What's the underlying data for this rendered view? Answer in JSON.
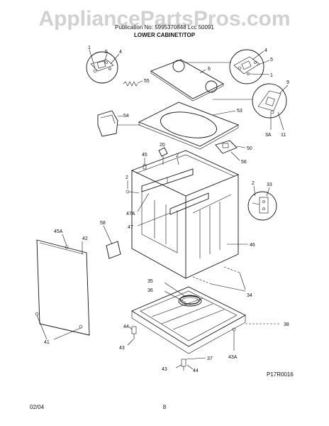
{
  "header": {
    "watermark": "AppliancePartsPros.com",
    "subheader_faint": "Publication No: 5995370848   Lcc 50091",
    "title": "LOWER CABINET/TOP"
  },
  "callouts": {
    "c1_tl": "1",
    "c5_tl": "5",
    "c4_tl": "4",
    "c55": "55",
    "c6": "6",
    "c4_tr": "4",
    "c5_tr": "5",
    "c1_tr": "1",
    "c9": "9",
    "c54": "54",
    "c53": "53",
    "c3a": "3A",
    "c11": "11",
    "c50": "50",
    "c56": "56",
    "c20": "20",
    "c2_top": "2",
    "c45": "45",
    "c2_left": "2",
    "c2_right": "2",
    "c33": "33",
    "c47a": "47A",
    "c58": "58",
    "c47": "47",
    "c45a": "45A",
    "c42": "42",
    "c46": "46",
    "c35": "35",
    "c36": "36",
    "c34": "34",
    "c38": "38",
    "c44_l": "44",
    "c43_l": "43",
    "c41": "41",
    "c37": "37",
    "c43_b": "43",
    "c44_b": "44",
    "c43a": "43A"
  },
  "figure_code": "P17R0016",
  "footer": {
    "date": "02/04",
    "page_number": "8"
  }
}
